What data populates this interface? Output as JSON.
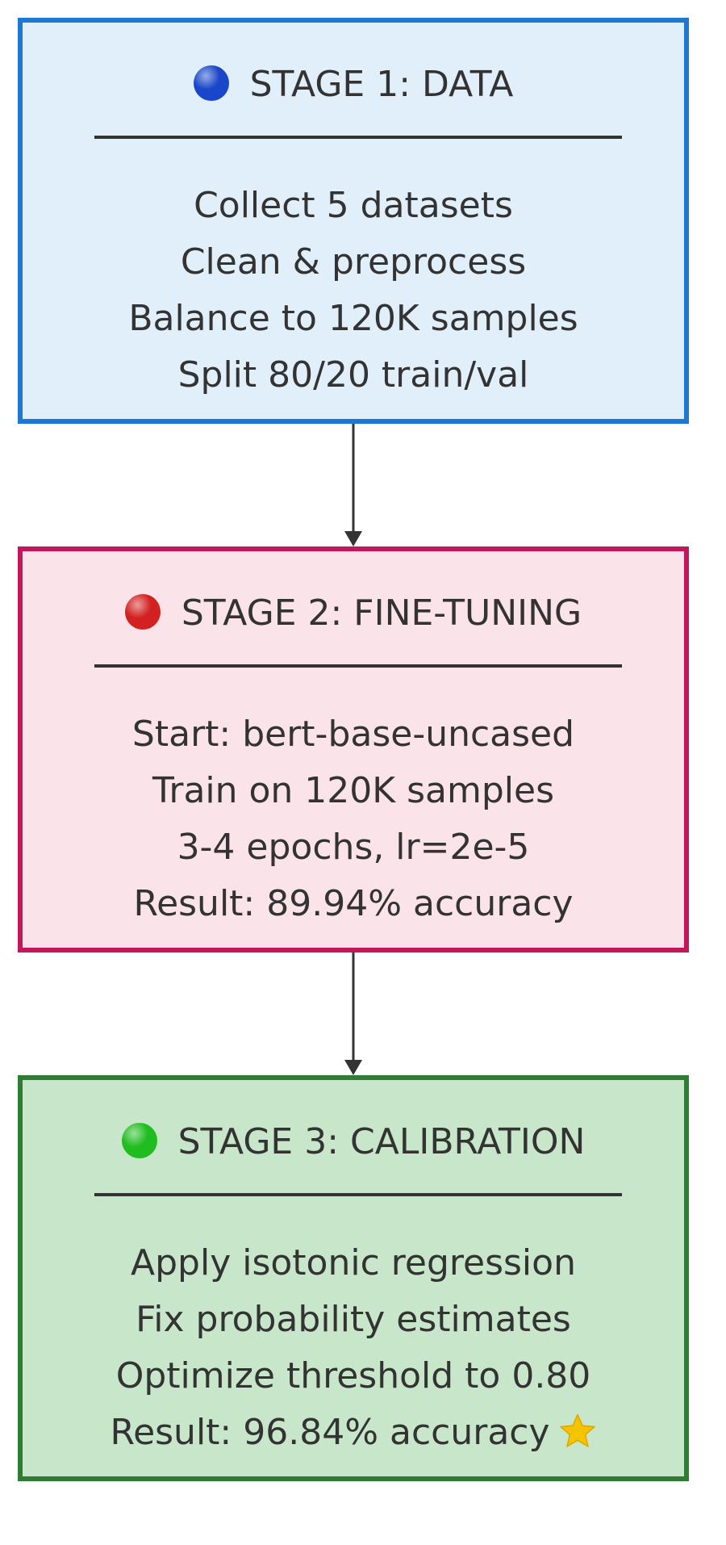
{
  "colors": {
    "text": "#333333",
    "stage_1_fill": "#e1effb",
    "stage_1_border": "#1e78d2",
    "stage_1_dot": "#1a47c9",
    "stage_2_fill": "#fbe3ea",
    "stage_2_border": "#c2185b",
    "stage_2_dot": "#d32020",
    "stage_3_fill": "#c8e6c9",
    "stage_3_border": "#2e7d32",
    "stage_3_dot": "#1fbd1f",
    "arrow": "#333333",
    "star": "#f5c400"
  },
  "stages": [
    {
      "dot_icon": "blue-circle-icon",
      "title": "STAGE 1: DATA",
      "lines": [
        "Collect 5 datasets",
        "Clean & preprocess",
        "Balance to 120K samples",
        "Split 80/20 train/val"
      ]
    },
    {
      "dot_icon": "red-circle-icon",
      "title": "STAGE 2: FINE-TUNING",
      "lines": [
        "Start: bert-base-uncased",
        "Train on 120K samples",
        "3-4 epochs, lr=2e-5",
        "Result: 89.94% accuracy"
      ]
    },
    {
      "dot_icon": "green-circle-icon",
      "title": "STAGE 3: CALIBRATION",
      "lines": [
        "Apply isotonic regression",
        "Fix probability estimates",
        "Optimize threshold to 0.80",
        "Result: 96.84% accuracy"
      ],
      "trailing_icon": "star-icon"
    }
  ]
}
